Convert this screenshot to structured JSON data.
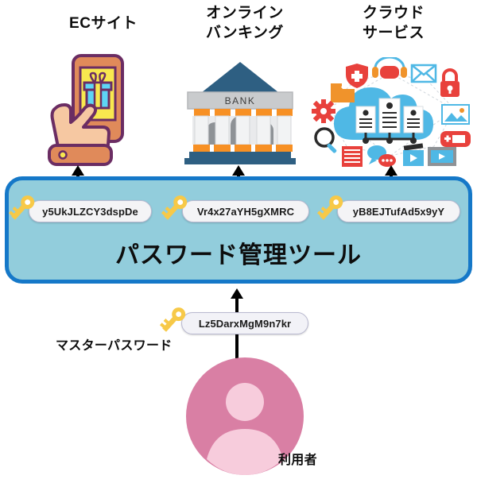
{
  "diagram": {
    "title_main": "パスワード管理ツール",
    "services": [
      {
        "id": "ec-site",
        "heading": "ECサイト",
        "icon": "smartphone-gift-icon",
        "password": "y5UkJLZCY3dspDe",
        "key_icon": "key-icon"
      },
      {
        "id": "online-banking",
        "heading": "オンライン\nバンキング",
        "icon": "bank-building-icon",
        "bank_sign": "BANK",
        "password": "Vr4x27aYH5gXMRC",
        "key_icon": "key-icon"
      },
      {
        "id": "cloud-service",
        "heading": "クラウド\nサービス",
        "icon": "cloud-service-icon",
        "password": "yB8EJTufAd5x9yY",
        "key_icon": "key-icon"
      }
    ],
    "master": {
      "label": "マスターパスワード",
      "password": "Lz5DarxMgM9n7kr",
      "key_icon": "key-icon"
    },
    "user": {
      "label": "利用者",
      "avatar_icon": "user-avatar-icon"
    },
    "colors": {
      "box_fill": "#92cddc",
      "box_border": "#1578c8",
      "key_gold": "#f7c948",
      "avatar_circle": "#d97fa4",
      "avatar_figure": "#f7ccdc",
      "arrow": "#000000",
      "bank_roof": "#2e5f82",
      "cloud_blue": "#4fb8e5",
      "accent_red": "#e8413c"
    }
  }
}
